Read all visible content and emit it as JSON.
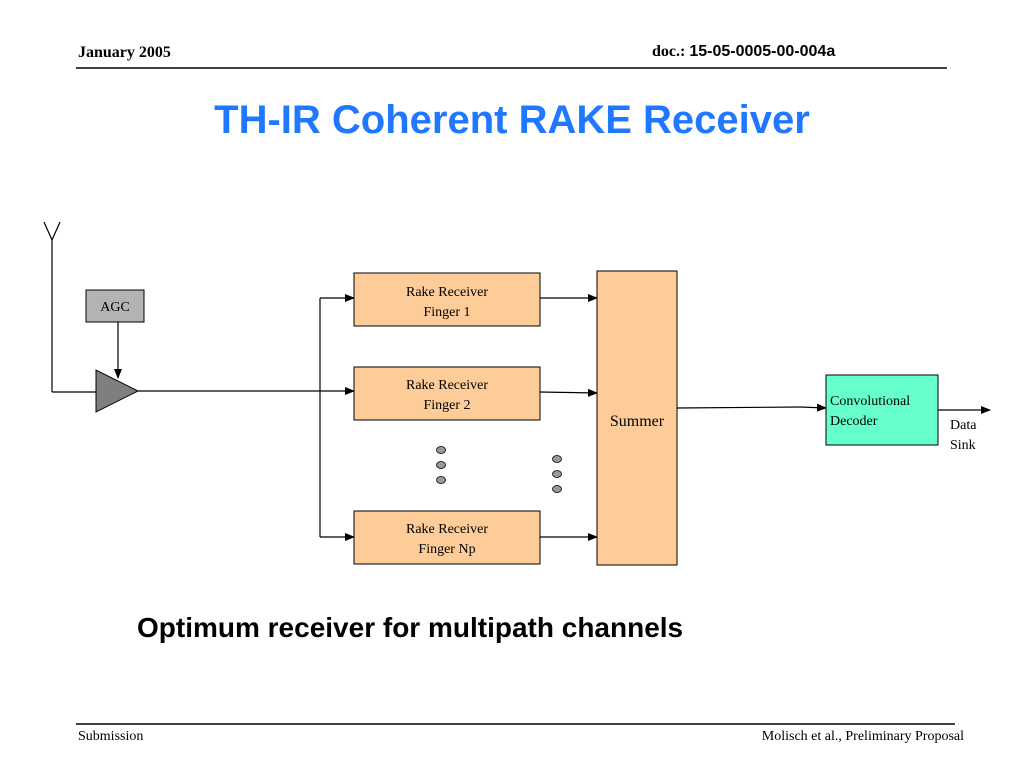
{
  "header": {
    "date": "January 2005",
    "doc_prefix": "doc.: ",
    "doc_number": "15-05-0005-00-004a"
  },
  "title": "TH-IR Coherent RAKE Receiver",
  "diagram": {
    "agc": "AGC",
    "finger1": [
      "Rake Receiver",
      "Finger 1"
    ],
    "finger2": [
      "Rake Receiver",
      "Finger 2"
    ],
    "fingerNp": [
      "Rake Receiver",
      "Finger Np"
    ],
    "summer": "Summer",
    "decoder": [
      "Convolutional",
      "Decoder"
    ],
    "sink": [
      "Data",
      "Sink"
    ],
    "colors": {
      "finger_fill": "#fecc99",
      "decoder_fill": "#66ffcc",
      "agc_fill": "#b3b3b3",
      "amp_fill": "#7f7f7f",
      "dot_fill": "#999999",
      "title": "#1f78ff"
    }
  },
  "subtitle": "Optimum receiver for multipath channels",
  "footer": {
    "left": "Submission",
    "right": "Molisch et al., Preliminary Proposal"
  }
}
